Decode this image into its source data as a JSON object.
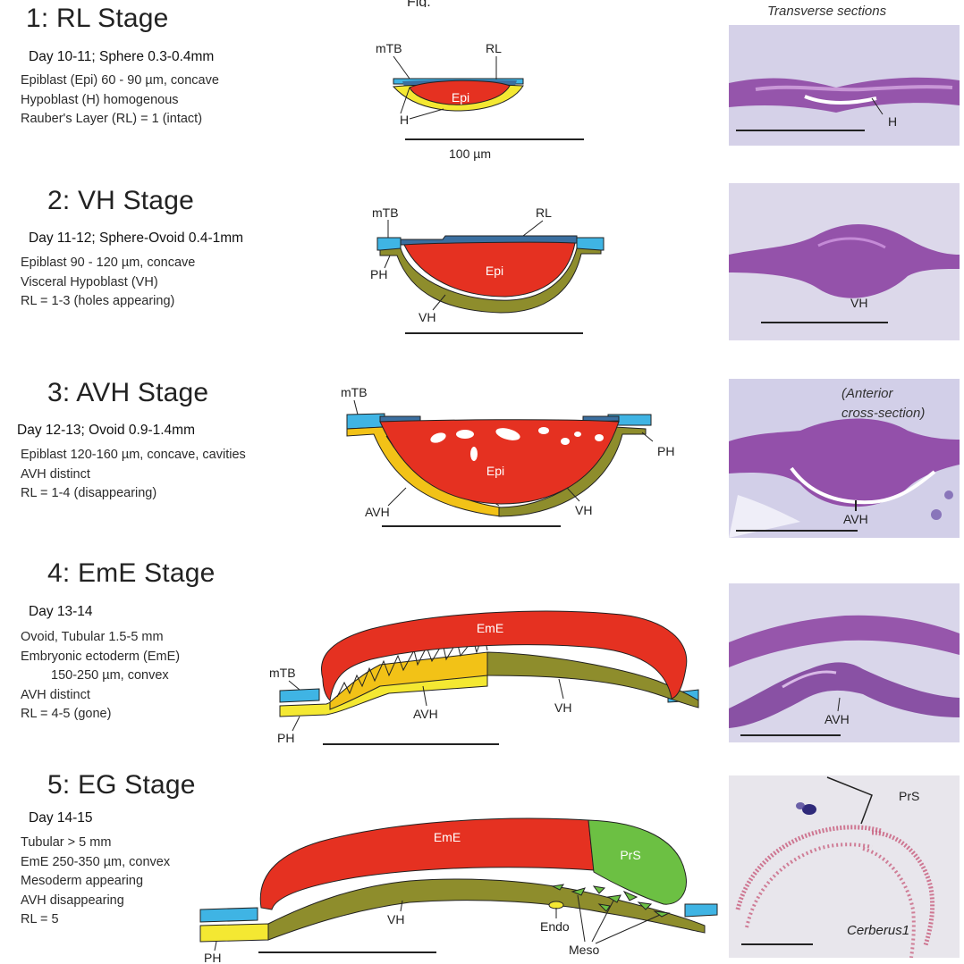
{
  "header_fragment": "Fig.",
  "micrograph_header": "Transverse sections",
  "stages": [
    {
      "title": "1: RL Stage",
      "day": "Day 10-11; Sphere 0.3-0.4mm",
      "lines": [
        "Epiblast (Epi) 60 - 90 µm, concave",
        "Hypoblast (H) homogenous",
        "Rauber's Layer (RL) = 1 (intact)"
      ],
      "labels": {
        "mTB": "mTB",
        "RL": "RL",
        "Epi": "Epi",
        "H": "H",
        "scale": "100 µm"
      },
      "micro_labels": {
        "H": "H"
      }
    },
    {
      "title": "2: VH Stage",
      "day": "Day 11-12; Sphere-Ovoid 0.4-1mm",
      "lines": [
        "Epiblast 90 - 120 µm, concave",
        "Visceral Hypoblast (VH)",
        "RL = 1-3 (holes appearing)"
      ],
      "labels": {
        "mTB": "mTB",
        "RL": "RL",
        "PH": "PH",
        "Epi": "Epi",
        "VH": "VH"
      },
      "micro_labels": {
        "VH": "VH"
      }
    },
    {
      "title": "3: AVH Stage",
      "day": "Day 12-13; Ovoid 0.9-1.4mm",
      "lines": [
        "Epiblast 120-160 µm, concave, cavities",
        "AVH distinct",
        "RL = 1-4 (disappearing)"
      ],
      "labels": {
        "mTB": "mTB",
        "PH": "PH",
        "Epi": "Epi",
        "AVH": "AVH",
        "VH": "VH"
      },
      "micro_labels": {
        "caption1": "(Anterior",
        "caption2": "cross-section)",
        "AVH": "AVH"
      }
    },
    {
      "title": "4: EmE Stage",
      "day": "Day 13-14",
      "lines": [
        "Ovoid, Tubular 1.5-5 mm",
        "Embryonic ectoderm (EmE)",
        "150-250 µm, convex",
        "AVH distinct",
        "RL = 4-5 (gone)"
      ],
      "labels": {
        "mTB": "mTB",
        "PH": "PH",
        "EmE": "EmE",
        "AVH": "AVH",
        "VH": "VH"
      },
      "micro_labels": {
        "AVH": "AVH"
      }
    },
    {
      "title": "5: EG Stage",
      "day": "Day 14-15",
      "lines": [
        "Tubular > 5 mm",
        "EmE 250-350 µm, convex",
        "Mesoderm appearing",
        "AVH disappearing",
        "RL = 5"
      ],
      "labels": {
        "PH": "PH",
        "EmE": "EmE",
        "PrS": "PrS",
        "VH": "VH",
        "Endo": "Endo",
        "Meso": "Meso"
      },
      "micro_labels": {
        "PrS": "PrS",
        "gene": "Cerberus1"
      }
    }
  ],
  "colors": {
    "epiblast": "#e53121",
    "trophoblast": "#3fb4e4",
    "rauber": "#3b6fa0",
    "hypoblast": "#f4e832",
    "visceral_hypoblast": "#8e8d2c",
    "avh": "#f2c217",
    "primitive_streak": "#6cc043",
    "he_purple": "#8a3fa0",
    "he_background": "#d8d4ea"
  }
}
